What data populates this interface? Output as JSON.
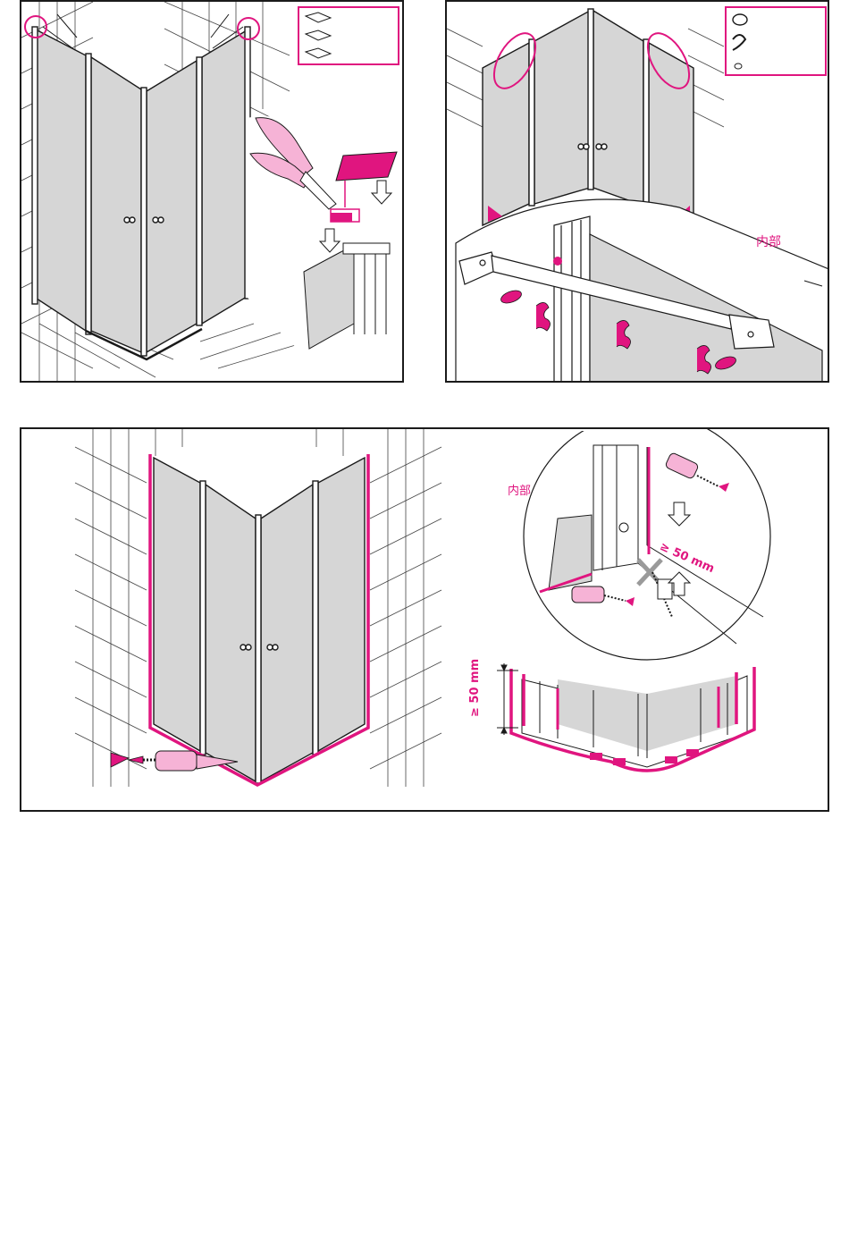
{
  "labels": {
    "inside_top": "内部",
    "inside_bottom": "内部",
    "min_distance_a": "≥ 50 mm",
    "min_distance_b": "≥ 50 mm"
  },
  "colors": {
    "accent": "#e0157f",
    "accent_light": "#f6b3d6",
    "glass": "#d2d2d2",
    "line": "#1a1a1a"
  }
}
